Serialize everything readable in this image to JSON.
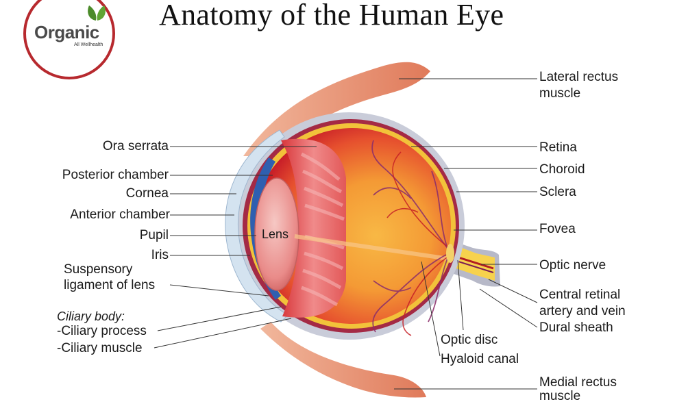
{
  "title": "Anatomy of the Human Eye",
  "logo": {
    "word": "Organic",
    "sub": "All Wellhealth",
    "icon": "leaf-icon"
  },
  "center_label": "Lens",
  "left_labels": {
    "ora_serrata": "Ora serrata",
    "posterior_chamber": "Posterior chamber",
    "cornea": "Cornea",
    "anterior_chamber": "Anterior chamber",
    "pupil": "Pupil",
    "iris": "Iris",
    "suspensory_1": "Suspensory",
    "suspensory_2": "ligament of lens",
    "ciliary_body": "Ciliary body:",
    "ciliary_process": "-Ciliary process",
    "ciliary_muscle": "-Ciliary muscle"
  },
  "right_labels": {
    "lateral_rectus_1": "Lateral rectus",
    "lateral_rectus_2": "muscle",
    "retina": "Retina",
    "choroid": "Choroid",
    "sclera": "Sclera",
    "fovea": "Fovea",
    "optic_nerve": "Optic nerve",
    "central_retinal_1": "Central retinal",
    "central_retinal_2": "artery and vein",
    "dural_sheath": "Dural sheath",
    "optic_disc": "Optic disc",
    "hyaloid_canal": "Hyaloid canal",
    "medial_rectus_1": "Medial rectus",
    "medial_rectus_2": "muscle"
  },
  "colors": {
    "logo_ring": "#b7292e",
    "sclera": "#c9ccd9",
    "retina": "#f2c23a",
    "vitreous_core": "#f6a43a",
    "vitreous_edge": "#d8292b",
    "muscle": "#e9987a",
    "iris": "#2f5fb0",
    "lens": "#e58686",
    "optic_nerve": "#f7d24d"
  }
}
